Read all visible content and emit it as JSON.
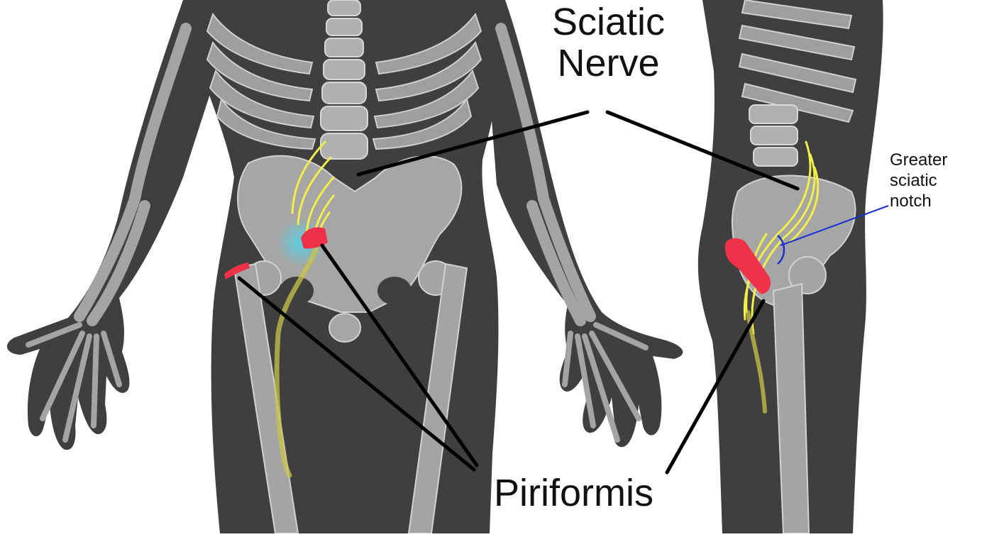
{
  "labels": {
    "sciatic_line1": "Sciatic",
    "sciatic_line2": "Nerve",
    "piriformis": "Piriformis",
    "notch_line1": "Greater",
    "notch_line2": "sciatic",
    "notch_line3": "notch"
  },
  "colors": {
    "background": "#ffffff",
    "body_silhouette": "#3f3f3f",
    "bone": "#a9a9a9",
    "bone_outline": "#d4d4d4",
    "nerve": "#f3ee4a",
    "piriformis_muscle": "#f0314a",
    "inflammation_glow": "#4fc7dc",
    "leader_line": "#000000",
    "notch_marker": "#1a2fd0"
  },
  "icons": [
    "anterior-skeleton-icon",
    "lateral-skeleton-icon"
  ]
}
